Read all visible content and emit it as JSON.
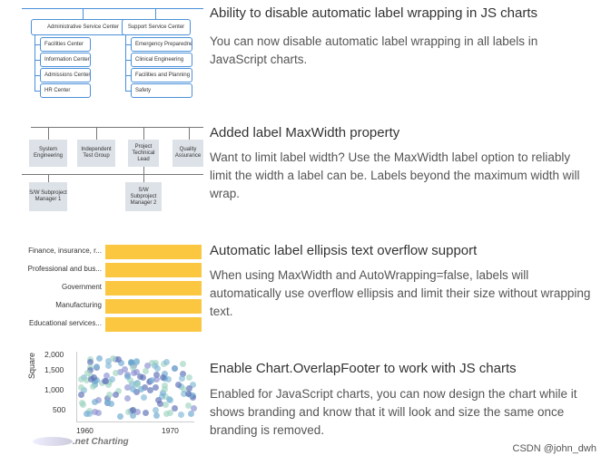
{
  "features": [
    {
      "title": "Ability to disable automatic label wrapping in JS charts",
      "desc": "You can now disable automatic label wrapping in all labels in JavaScript charts.",
      "org": {
        "head1": "Administrative Service Center",
        "head2": "Support Service Center",
        "left": [
          "Facilities Center",
          "Information Center",
          "Admissions Center",
          "HR Center"
        ],
        "right": [
          "Emergency Preparedness",
          "Clinical Engineering",
          "Facilities and Planning",
          "Safety"
        ]
      }
    },
    {
      "title": "Added label MaxWidth property",
      "desc": "Want to limit label width? Use the MaxWidth label option to reliably limit the width a label can be. Labels beyond the maximum width will wrap.",
      "hier": {
        "top": [
          "System Engineering",
          "Independent Test Group",
          "Project Technical Lead",
          "Quality Assurance"
        ],
        "bottom": [
          "S/W Subproject Manager 1",
          "S/W Subproject Manager 2"
        ]
      }
    },
    {
      "title": "Automatic label ellipsis text overflow support",
      "desc": "When using MaxWidth and AutoWrapping=false, labels will automatically use overflow ellipsis and limit their size without wrapping text.",
      "bars": [
        "Finance, insurance, r...",
        "Professional and bus...",
        "Government",
        "Manufacturing",
        "Educational services..."
      ]
    },
    {
      "title": "Enable Chart.OverlapFooter to work with JS charts",
      "desc": "Enabled for JavaScript charts, you can now design the chart while it shows branding and know that it will look and size the same once branding is removed.",
      "scatter": {
        "ylabel": "Square",
        "yticks": [
          "2,000",
          "1,500",
          "1,000",
          "500"
        ],
        "xticks": [
          "1960",
          "1970"
        ],
        "branding": ".net Charting"
      }
    }
  ],
  "watermark": "CSDN @john_dwh"
}
